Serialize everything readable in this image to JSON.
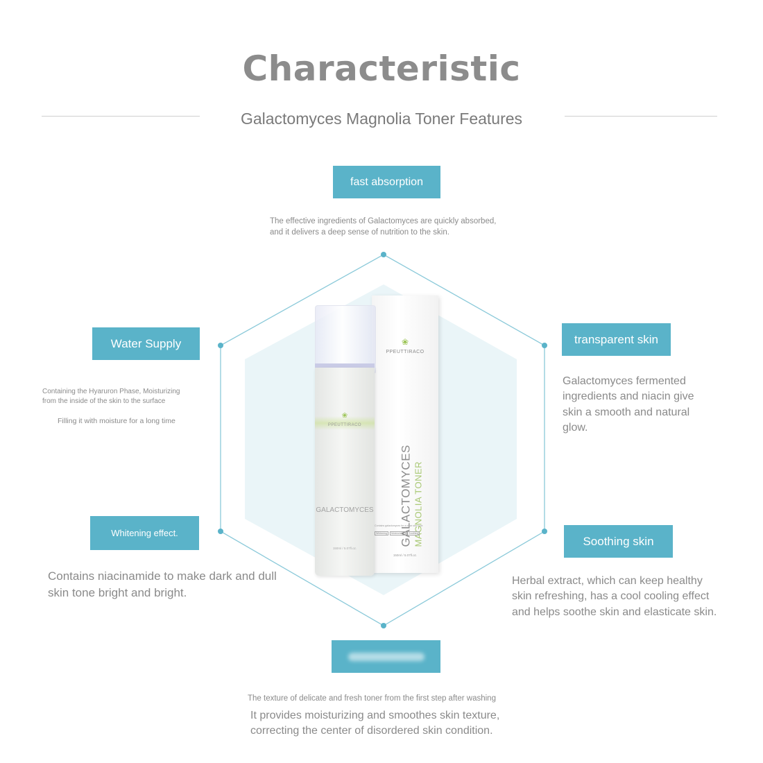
{
  "header": {
    "title": "Characteristic",
    "subtitle": "Galactomyces Magnolia Toner Features"
  },
  "features": {
    "top": {
      "label": "fast absorption",
      "desc": "The effective ingredients of Galactomyces are quickly absorbed, and it delivers a deep sense of nutrition to the skin."
    },
    "left_top": {
      "label": "Water Supply",
      "desc1": "Containing the Hyaruron Phase, Moisturizing from the inside of the skin to the surface",
      "desc2": "Filling it with moisture for a long time"
    },
    "right_top": {
      "label": "transparent skin",
      "desc": "Galactomyces fermented ingredients and niacin give skin a smooth and natural glow."
    },
    "left_bottom": {
      "label": "Whitening effect.",
      "desc": "Contains niacinamide to make dark and dull skin tone bright and bright."
    },
    "right_bottom": {
      "label": "Soothing skin",
      "desc": "Herbal extract, which can keep healthy skin refreshing, has a cool cooling effect and helps soothe skin and elasticate skin."
    },
    "bottom": {
      "label": "",
      "desc1": "The texture of delicate and fresh toner from the first step after washing",
      "desc2": "It provides moisturizing and smoothes skin texture, correcting the center of disordered skin condition."
    }
  },
  "product": {
    "brand": "PPEUTTIRACO",
    "name_line1": "GALACTOMYCES",
    "name_line2": "MAGNOLIA TONER",
    "bottle_name": "GALACTOMYCES",
    "box_tagline": "Contains galactomyces for a clear skin tone",
    "box_tags": [
      "Whitening",
      "Moisturizing",
      "Soothing"
    ],
    "volume": "150ml / 5.07fl.oz."
  },
  "colors": {
    "accent": "#5ab3c9",
    "hexagon": "#7cc3d6",
    "hexagon_fill": "#eaf5f8"
  }
}
